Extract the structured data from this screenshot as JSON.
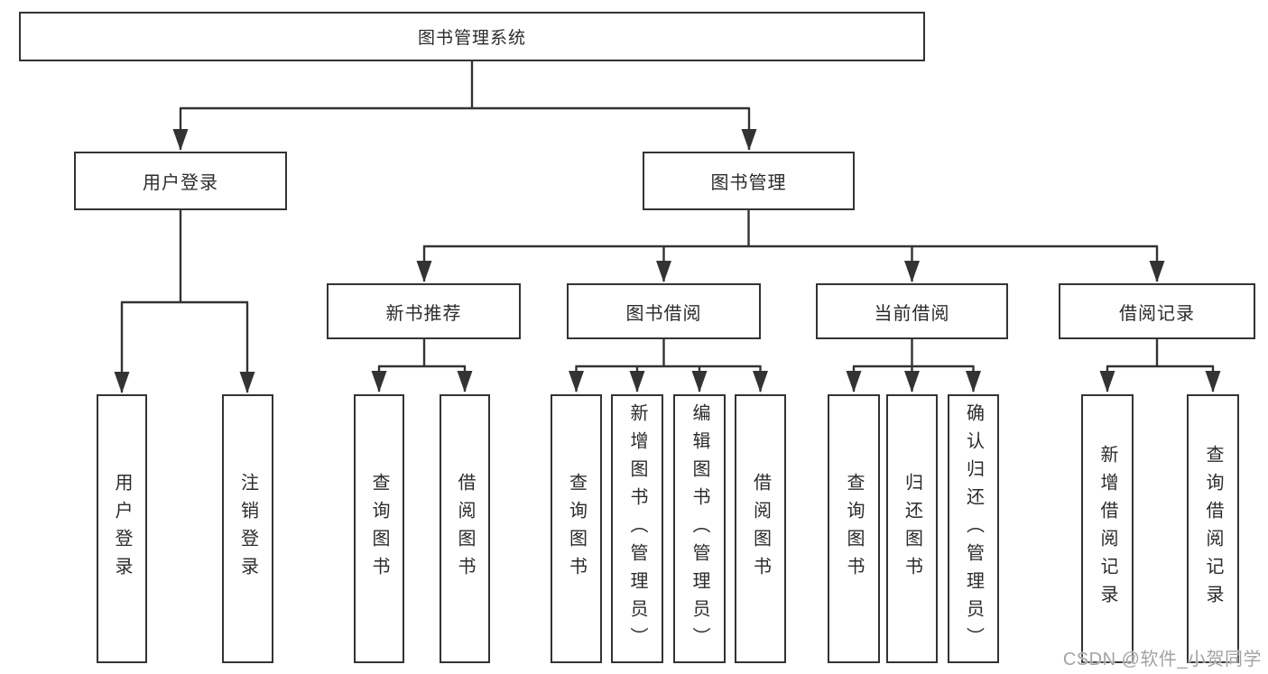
{
  "watermark": "CSDN @软件_小贺同学",
  "colors": {
    "line": "#333333",
    "box_border": "#333333",
    "text": "#2b2b2b",
    "watermark_text": "#a3a3a3",
    "background": "#ffffff"
  },
  "tree": {
    "root": {
      "label": "图书管理系统"
    },
    "branches": [
      {
        "label": "用户登录",
        "leaves": [
          {
            "label": "用户登录"
          },
          {
            "label": "注销登录"
          }
        ]
      },
      {
        "label": "图书管理",
        "groups": [
          {
            "label": "新书推荐",
            "leaves": [
              {
                "label": "查询图书"
              },
              {
                "label": "借阅图书"
              }
            ]
          },
          {
            "label": "图书借阅",
            "leaves": [
              {
                "label": "查询图书"
              },
              {
                "label": "新增图书（管理员）"
              },
              {
                "label": "编辑图书（管理员）"
              },
              {
                "label": "借阅图书"
              }
            ]
          },
          {
            "label": "当前借阅",
            "leaves": [
              {
                "label": "查询图书"
              },
              {
                "label": "归还图书"
              },
              {
                "label": "确认归还（管理员）"
              }
            ]
          },
          {
            "label": "借阅记录",
            "leaves": [
              {
                "label": "新增借阅记录"
              },
              {
                "label": "查询借阅记录"
              }
            ]
          }
        ]
      }
    ]
  }
}
